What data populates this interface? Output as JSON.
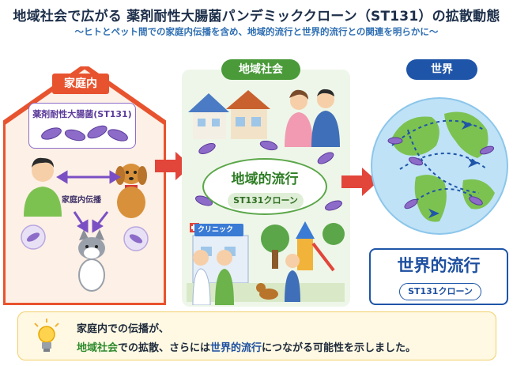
{
  "title": "地域社会で広がる 薬剤耐性大腸菌パンデミッククローン（ST131）の拡散動態",
  "subtitle": "〜ヒトとペット間での家庭内伝播を含め、地域的流行と世界的流行との関連を明らかに〜",
  "household": {
    "label": "家庭内",
    "bacteria_box_label": "薬剤耐性大腸菌(ST131)",
    "spread_label": "家庭内伝播"
  },
  "community": {
    "label": "地域社会",
    "epidemic_title": "地域的流行",
    "clone_label": "ST131クローン",
    "clinic_sign": "クリニック"
  },
  "world": {
    "label": "世界",
    "epidemic_title": "世界的流行",
    "clone_label": "ST131クローン"
  },
  "message": {
    "line1": "家庭内での伝播が、",
    "line2_part1": "地域社会",
    "line2_part2": "での拡散、さらには",
    "line2_part3": "世界的流行",
    "line2_part4": "につながる可能性を示しました。"
  },
  "colors": {
    "household_accent": "#e8532f",
    "community_accent": "#4a9a3a",
    "world_accent": "#1f55a8",
    "bacteria": "#8d6cc9"
  }
}
